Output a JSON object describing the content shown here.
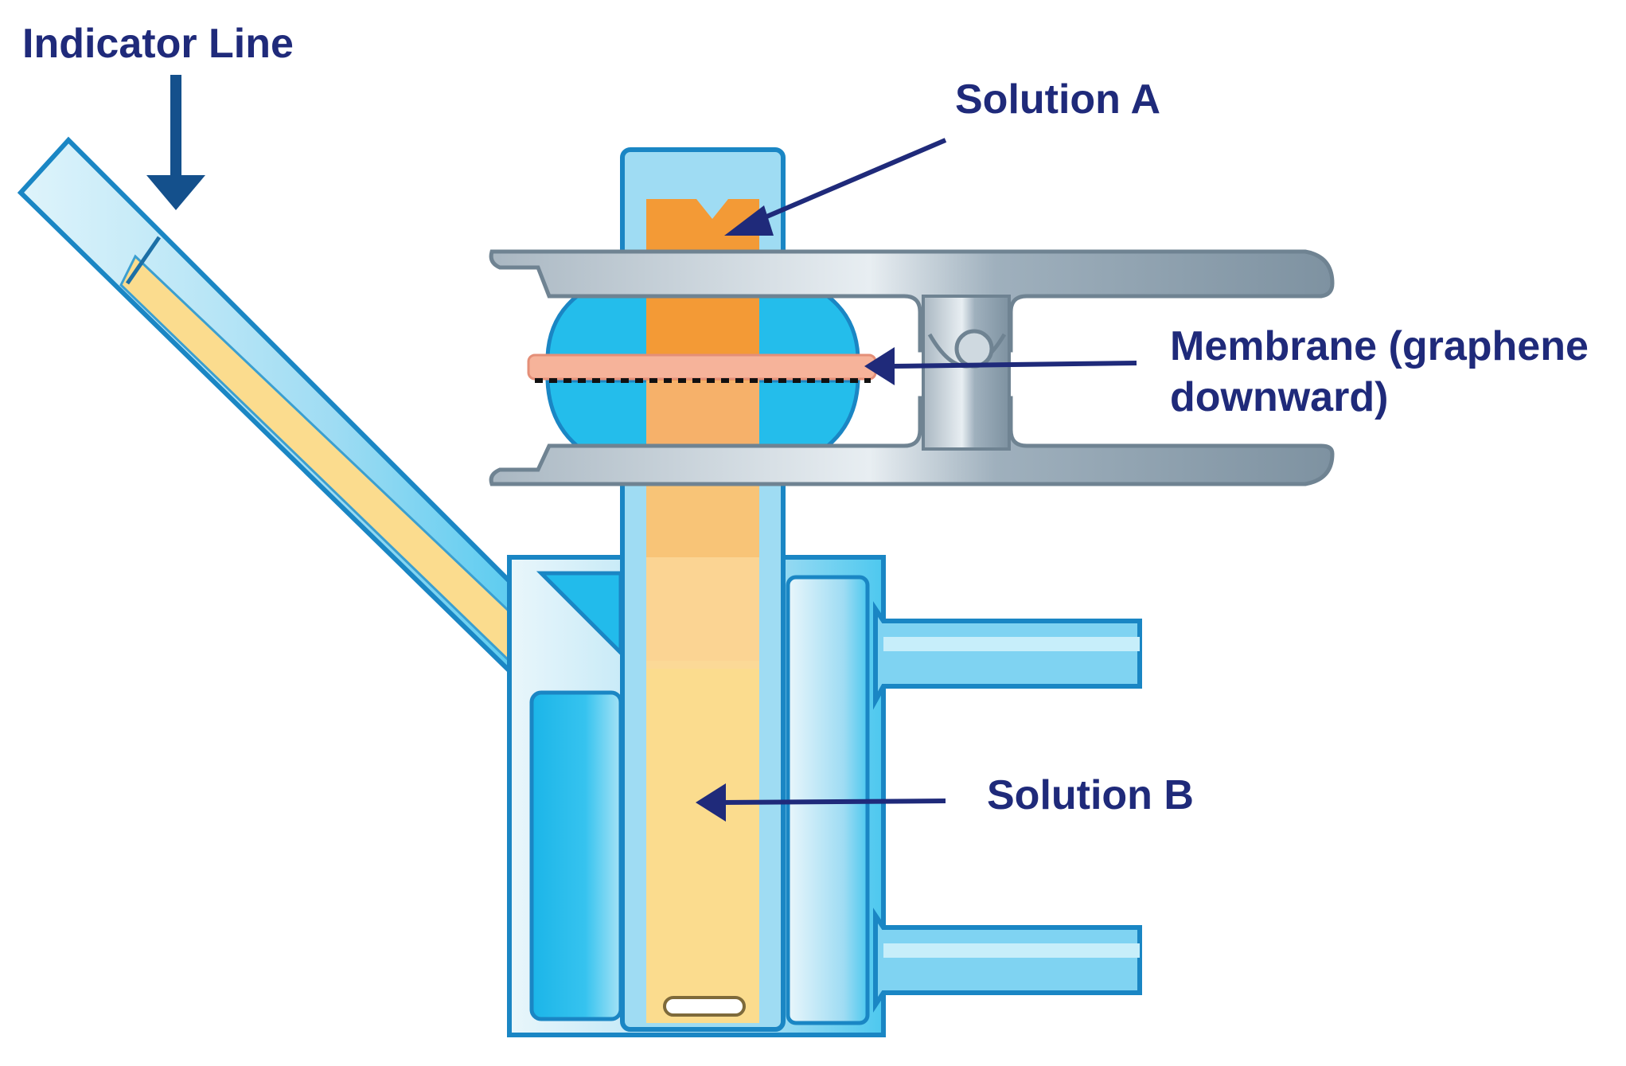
{
  "labels": {
    "indicator_line": "Indicator Line",
    "solution_a": "Solution A",
    "membrane_line1": "Membrane (graphene",
    "membrane_line2": "downward)",
    "solution_b": "Solution B"
  },
  "colors": {
    "label_text": "#1f2a7a",
    "indicator_arrow": "#14508c",
    "glass_outline": "#1a86c4",
    "glass_fill": "#bde6f5",
    "glass_deep": "#19b8ea",
    "solution_a": "#f39a36",
    "solution_b": "#fbdc8e",
    "membrane": "#f6b39a",
    "clamp": "#8a9caa",
    "clamp_light": "#dfe7ec",
    "clamp_outline": "#6f8392"
  }
}
